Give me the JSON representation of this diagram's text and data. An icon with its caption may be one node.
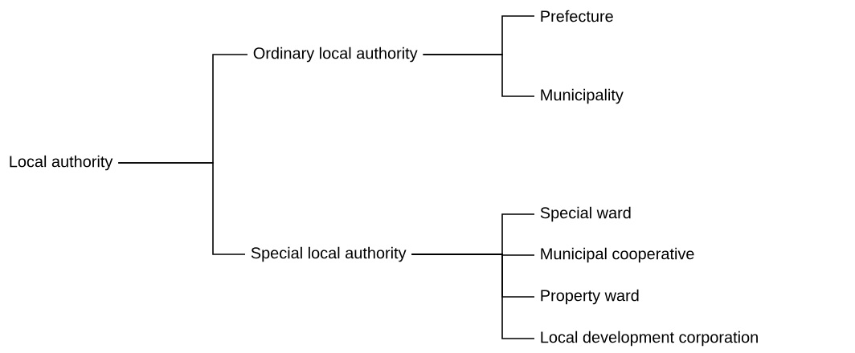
{
  "diagram": {
    "nodes": [
      {
        "text": [
          "Local authority"
        ]
      },
      {
        "text": [
          "Ordinary local authority"
        ]
      },
      {
        "text": [
          "Special local authority"
        ]
      },
      {
        "text": [
          "Prefecture"
        ]
      },
      {
        "text": [
          "Municipality"
        ]
      },
      {
        "text": [
          "Special ward"
        ]
      },
      {
        "text": [
          "Municipal cooperative"
        ]
      },
      {
        "text": [
          "Property ward"
        ]
      },
      {
        "text": [
          "Local development corporation"
        ]
      }
    ],
    "edges": [
      {
        "from": 0,
        "to": 1,
        "arrow": "none"
      },
      {
        "from": 0,
        "to": 2,
        "arrow": "none"
      },
      {
        "from": 1,
        "to": 3,
        "arrow": "none"
      },
      {
        "from": 1,
        "to": 4,
        "arrow": "none"
      },
      {
        "from": 2,
        "to": 5,
        "arrow": "none"
      },
      {
        "from": 2,
        "to": 6,
        "arrow": "none"
      },
      {
        "from": 2,
        "to": 7,
        "arrow": "none"
      },
      {
        "from": 2,
        "to": 8,
        "arrow": "none"
      }
    ]
  }
}
